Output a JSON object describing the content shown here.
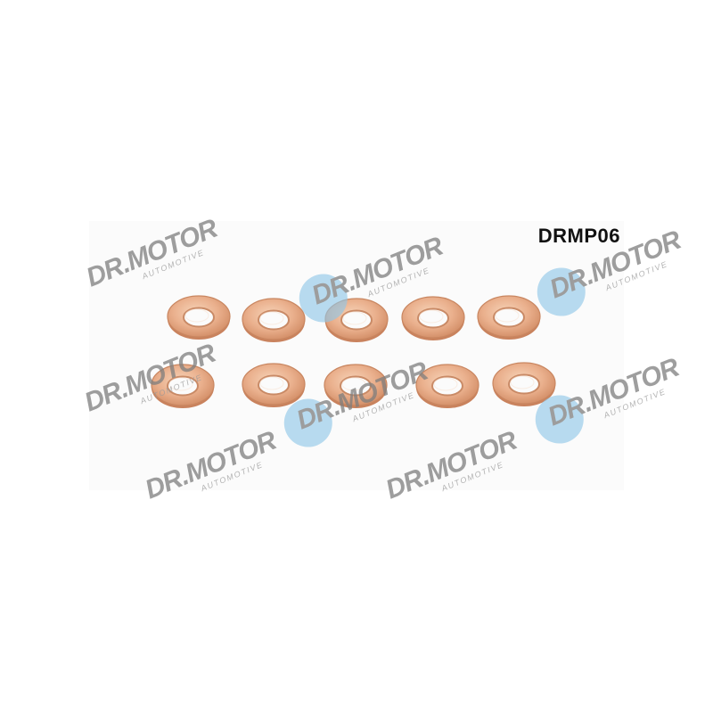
{
  "product": {
    "code": "DRMP06"
  },
  "watermark": {
    "brand": "DR.MOTOR",
    "subtitle": "AUTOMOTIVE"
  },
  "item": {
    "description": "copper sealing washers",
    "count": 10
  },
  "colors": {
    "background": "#ffffff",
    "photo_backdrop": "#fbfbfb",
    "copper_light": "#f3c8a8",
    "copper_mid": "#e3a27c",
    "copper_dark": "#c47e58",
    "watermark_text": "#7e7e7e",
    "watermark_circle": "#8fc7e6"
  }
}
